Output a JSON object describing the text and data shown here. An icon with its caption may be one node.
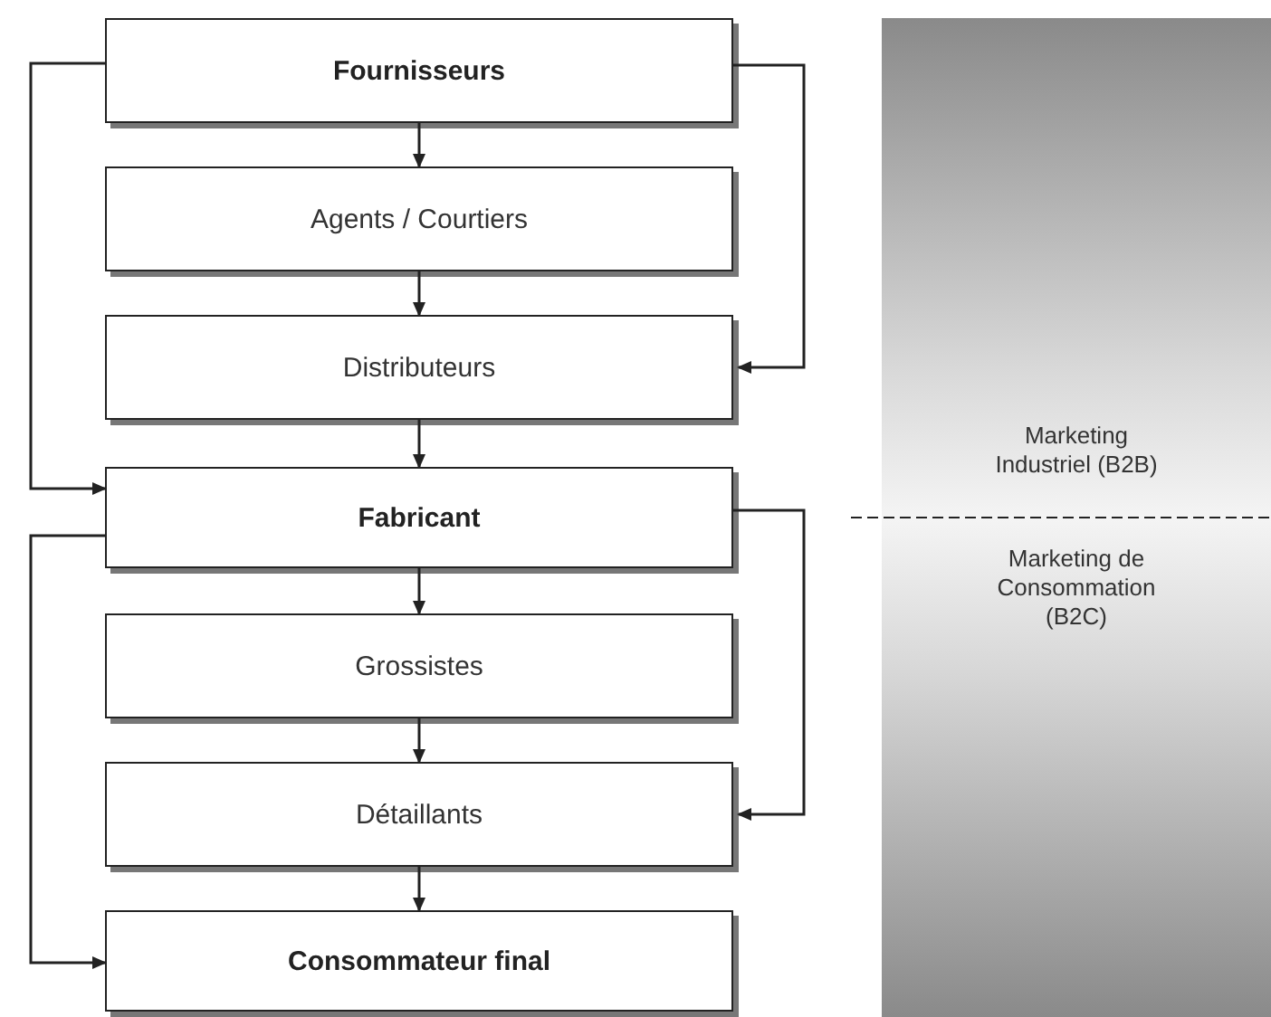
{
  "diagram": {
    "nodes": [
      {
        "text": [
          "Fournisseurs"
        ]
      },
      {
        "text": [
          "Agents / Courtiers"
        ]
      },
      {
        "text": [
          "Distributeurs"
        ]
      },
      {
        "text": [
          "Fabricant"
        ]
      },
      {
        "text": [
          "Grossistes"
        ]
      },
      {
        "text": [
          "Détaillants"
        ]
      },
      {
        "text": [
          "Consommateur final"
        ]
      },
      {
        "text": [
          "Marketing Industriel (B2B)",
          "Marketing de Consommation (B2C)"
        ]
      }
    ],
    "edges": [
      {
        "from": 0,
        "to": 1,
        "arrow": "to"
      },
      {
        "from": 1,
        "to": 2,
        "arrow": "to"
      },
      {
        "from": 2,
        "to": 3,
        "arrow": "to"
      },
      {
        "from": 3,
        "to": 4,
        "arrow": "to"
      },
      {
        "from": 4,
        "to": 5,
        "arrow": "to"
      },
      {
        "from": 5,
        "to": 6,
        "arrow": "to"
      },
      {
        "from": 0,
        "to": 3,
        "arrow": "to"
      },
      {
        "from": 0,
        "to": 2,
        "arrow": "to"
      },
      {
        "from": 3,
        "to": 6,
        "arrow": "to"
      },
      {
        "from": 3,
        "to": 5,
        "arrow": "to"
      }
    ]
  }
}
